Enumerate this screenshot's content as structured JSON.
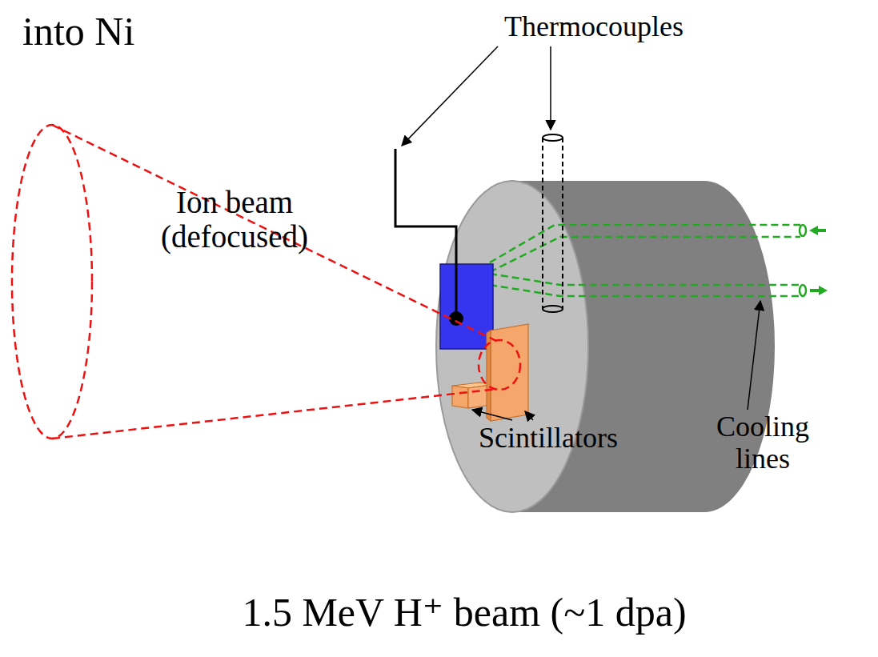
{
  "diagram": {
    "caption": "1.5 MeV H⁺ beam (~1 dpa)",
    "labels": [
      "into Ni",
      "Thermocouples",
      "Ion beam (defocused)",
      "Scintillators",
      "Cooling lines"
    ]
  }
}
